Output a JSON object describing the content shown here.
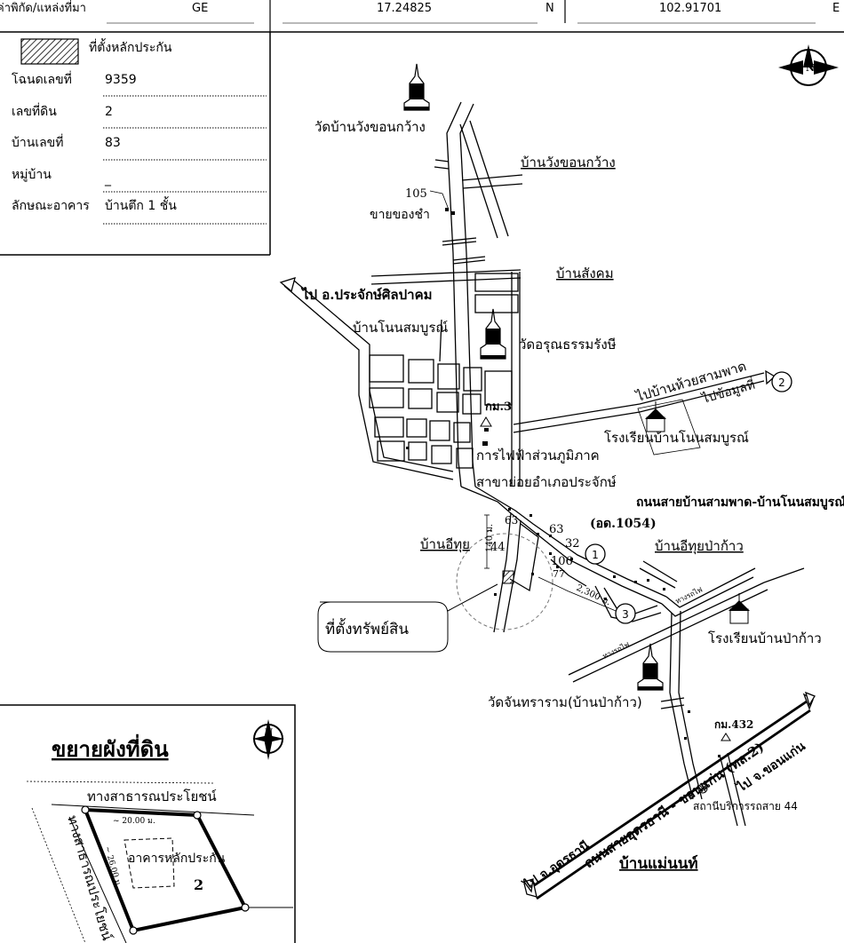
{
  "header": {
    "label": "ค่าพิกัด/แหล่งที่มา",
    "source": "GE",
    "lat": "17.24825",
    "lat_dir": "N",
    "lon": "102.91701",
    "lon_dir": "E"
  },
  "info": {
    "legend_label": "ที่ตั้งหลักประกัน",
    "rows": [
      {
        "label": "โฉนดเลขที่",
        "value": "9359"
      },
      {
        "label": "เลขที่ดิน",
        "value": "2"
      },
      {
        "label": "บ้านเลขที่",
        "value": "83"
      },
      {
        "label": "หมู่บ้าน",
        "value": "_"
      },
      {
        "label": "ลักษณะอาคาร",
        "value": "บ้านตึก  1 ชั้น"
      }
    ]
  },
  "map": {
    "wat_wang": "วัดบ้านวังขอนกว้าง",
    "ban_wang": "บ้านวังขอนกว้าง",
    "no105": "105",
    "shop": "ขายของชำ",
    "ban_sangkhom": "บ้านสังคม",
    "to_prachak": "ไป อ.ประจักษ์ศิลปาคม",
    "ban_non": "บ้านโนนสมบูรณ์",
    "wat_arun": "วัดอรุณธรรมรังษี",
    "km3": "กม.3",
    "to_huaisampat": "ไปบ้านห้วยสามพาด",
    "to_data": "ไปข้อมูลที่",
    "num2": "2",
    "school_non": "โรงเรียนบ้านโนนสมบูรณ์",
    "pea": "การไฟฟ้าส่วนภูมิภาค",
    "pea_branch": "สาขาย่อยอำเภอประจักษ์",
    "road_name": "ถนนสายบ้านสามพาด-บ้านโนนสมบูรณ์",
    "road_code": "(อด.1054)",
    "ban_ithui": "บ้านอีทุย",
    "ban_ithui_pakao": "บ้านอีทุยป่าก้าว",
    "n63a": "63",
    "n63b": "63",
    "n44": "44",
    "n32": "32",
    "n106": "106",
    "n77": "77",
    "num1": "1",
    "dist_140": "140 ม.",
    "dist_2300": "2,300 ม.",
    "property": "ที่ตั้งทรัพย์สิน",
    "num3": "3",
    "railway1": "ทางรถไฟ",
    "railway2": "ทางรถไฟ",
    "school_pakao": "โรงเรียนบ้านป่าก้าว",
    "wat_chan": "วัดจันทราราม(บ้านป่าก้าว)",
    "km432": "กม.432",
    "main_road": "ถนนสายอุดรธานี - ขอนแก่น (ทล.2)",
    "to_khonkaen": "ไป จ.ขอนแก่น",
    "gas": "สถานีบริการรถสาย 44",
    "to_udon": "ไป จ.อุดรธานี",
    "ban_maenon": "บ้านแม่นนท์",
    "north": "N"
  },
  "inset": {
    "title": "ขยายผังที่ดิน",
    "road_top": "ทางสาธารณประโยชน์",
    "road_left": "ทางสาธารณประโยชน์",
    "dim1": "~ 20.00 ม.",
    "dim2": "~ 26.00 ม.",
    "building": "อาคารหลักประกัน",
    "plot": "2",
    "north": "N"
  }
}
